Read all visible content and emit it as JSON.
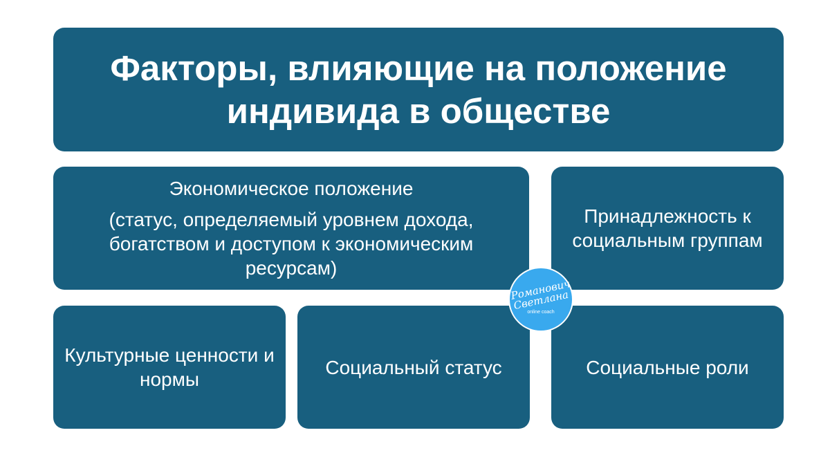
{
  "title": "Факторы, влияющие на положение индивида в обществе",
  "boxes": {
    "economic": {
      "heading": "Экономическое положение",
      "detail": "(статус, определяемый уровнем дохода, богатством и доступом к экономическим ресурсам)"
    },
    "groups": "Принадлежность к социальным группам",
    "culture": "Культурные ценности и нормы",
    "status": "Социальный статус",
    "roles": "Социальные роли"
  },
  "logo": {
    "name_line1": "Романович",
    "name_line2": "Светлана",
    "caption": "online coach"
  },
  "colors": {
    "box": "#185f7f",
    "logo": "#39a9ee"
  }
}
